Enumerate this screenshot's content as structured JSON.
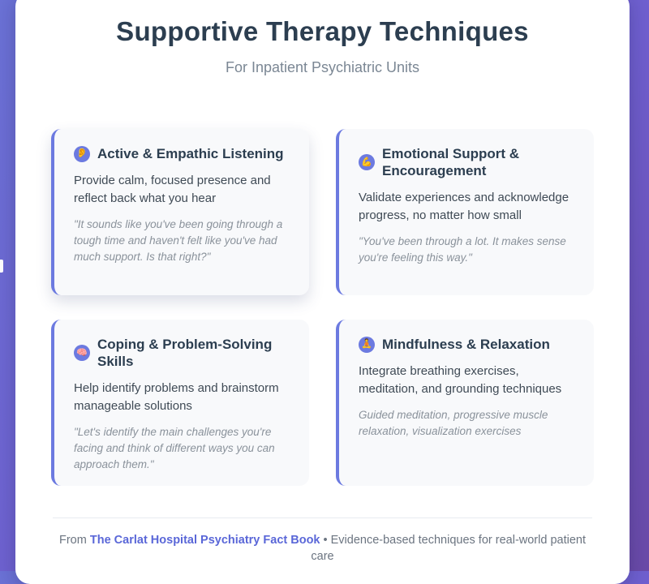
{
  "header": {
    "title": "Supportive Therapy Techniques",
    "subtitle": "For Inpatient Psychiatric Units"
  },
  "techniques": [
    {
      "icon": "ear-icon",
      "icon_glyph": "👂",
      "title": "Active & Empathic Listening",
      "description": "Provide calm, focused presence and reflect back what you hear",
      "example": "\"It sounds like you've been going through a tough time and haven't felt like you've had much support. Is that right?\""
    },
    {
      "icon": "flexed-arm-icon",
      "icon_glyph": "💪",
      "title": "Emotional Support & Encouragement",
      "description": "Validate experiences and acknowledge progress, no matter how small",
      "example": "\"You've been through a lot. It makes sense you're feeling this way.\""
    },
    {
      "icon": "brain-icon",
      "icon_glyph": "🧠",
      "title": "Coping & Problem-Solving Skills",
      "description": "Help identify problems and brainstorm manageable solutions",
      "example": "\"Let's identify the main challenges you're facing and think of different ways you can approach them.\""
    },
    {
      "icon": "meditation-icon",
      "icon_glyph": "🧘",
      "title": "Mindfulness & Relaxation",
      "description": "Integrate breathing exercises, meditation, and grounding techniques",
      "example": "Guided meditation, progressive muscle relaxation, visualization exercises"
    }
  ],
  "footer": {
    "prefix": "From ",
    "book": "The Carlat Hospital Psychiatry Fact Book",
    "suffix": " • Evidence-based techniques for real-world patient care"
  },
  "colors": {
    "accent": "#6c7ae0",
    "title": "#2c3e50",
    "book_link": "#5a67d8"
  }
}
